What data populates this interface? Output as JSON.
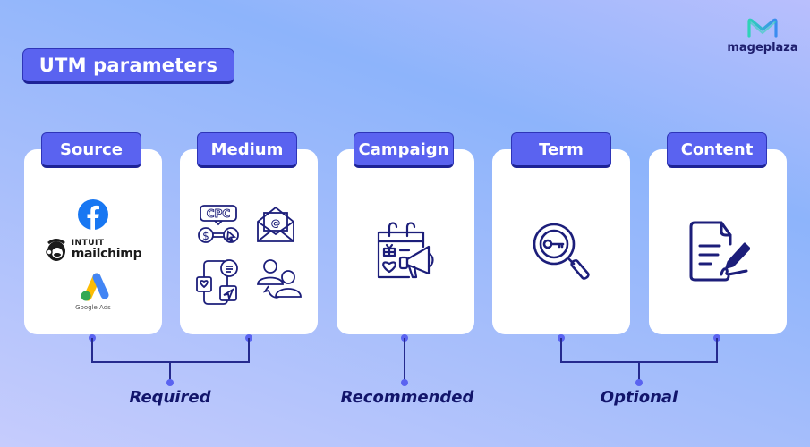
{
  "title": "UTM parameters",
  "brand": {
    "name": "mageplaza",
    "colors": {
      "teal": "#2ed3b7",
      "blue": "#3a8cf0"
    }
  },
  "colors": {
    "accent": "#5a63f0",
    "accent_dark": "#1d2396",
    "text_dark": "#12156b",
    "card_bg": "#ffffff",
    "icon_stroke": "#1c1e7a"
  },
  "parameters": [
    {
      "label": "Source",
      "icons": [
        "facebook-icon",
        "mailchimp-logo",
        "google-ads-logo"
      ],
      "group": "Required"
    },
    {
      "label": "Medium",
      "icons": [
        "cpc-icon",
        "email-icon",
        "social-media-icon",
        "referral-icon"
      ],
      "group": "Required"
    },
    {
      "label": "Campaign",
      "icons": [
        "calendar-megaphone-icon"
      ],
      "group": "Recommended"
    },
    {
      "label": "Term",
      "icons": [
        "keyword-search-icon"
      ],
      "group": "Optional"
    },
    {
      "label": "Content",
      "icons": [
        "document-edit-icon"
      ],
      "group": "Optional"
    }
  ],
  "source_logos": {
    "mailchimp_top": "INTUIT",
    "mailchimp_bottom": "mailchimp",
    "google_ads": "Google Ads"
  },
  "medium_icons": {
    "cpc_text": "CPC",
    "email_symbol": "@",
    "dollar": "$"
  },
  "groups": [
    {
      "label": "Required"
    },
    {
      "label": "Recommended"
    },
    {
      "label": "Optional"
    }
  ]
}
